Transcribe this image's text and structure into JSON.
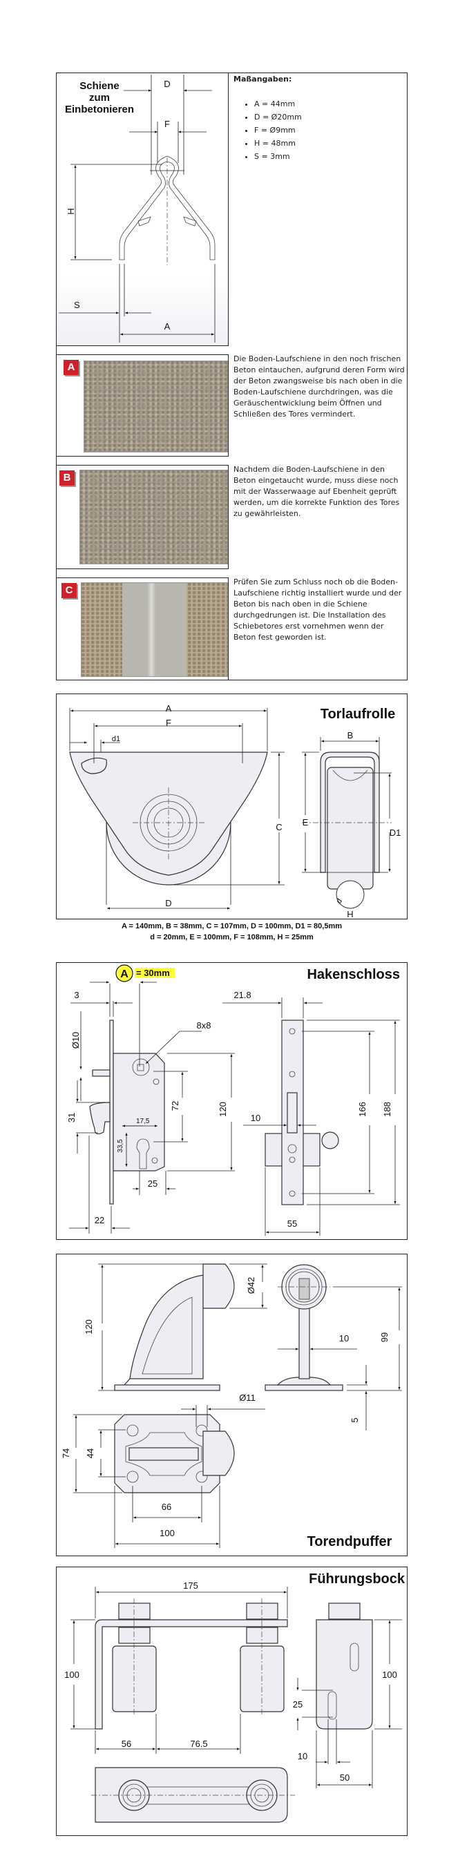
{
  "rail_section": {
    "diagram_title": [
      "Schiene",
      "zum",
      "Einbetonieren"
    ],
    "dim_labels": {
      "D": "D",
      "F": "F",
      "H": "H",
      "S": "S",
      "A": "A"
    },
    "specs_heading": "Maßangaben:",
    "specs": [
      "A = 44mm",
      "D = Ø20mm",
      "F = Ø9mm",
      "H = 48mm",
      "S = 3mm"
    ],
    "steps": [
      {
        "badge": "A",
        "text": "Die Boden-Laufschiene in den noch frischen Beton eintauchen, aufgrund deren Form wird der Beton zwangsweise bis nach oben in die Boden-Laufschiene durchdringen, was die Geräuschentwicklung beim Öffnen und Schließen des Tores vermindert."
      },
      {
        "badge": "B",
        "text": "Nachdem die Boden-Laufschiene in den Beton eingetaucht wurde, muss diese noch mit der Wasserwaage auf Ebenheit geprüft werden, um die korrekte Funktion des Tores zu gewährleisten."
      },
      {
        "badge": "C",
        "text": "Prüfen Sie zum Schluss noch ob die Boden-Laufschiene richtig installiert wurde und der Beton bis nach oben in die Schiene durchgedrungen ist. Die Installation des Schiebetores erst vornehmen wenn der Beton fest geworden ist."
      }
    ],
    "badge_color": "#d0202a"
  },
  "torlaufrolle": {
    "title": "Torlaufrolle",
    "labels": {
      "A": "A",
      "F": "F",
      "d1": "d1",
      "C": "C",
      "D": "D",
      "B": "B",
      "E": "E",
      "D1": "D1",
      "d": "d",
      "H": "H"
    },
    "caption_line1": "A = 140mm, B = 38mm, C = 107mm, D = 100mm, D1 = 80,5mm",
    "caption_line2": "d = 20mm, E = 100mm, F = 108mm, H = 25mm"
  },
  "hakenschloss": {
    "title": "Hakenschloss",
    "badge_letter": "A",
    "badge_value": "= 30mm",
    "badge_color": "#ffff33",
    "dims": {
      "d3": "3",
      "d21_8": "21.8",
      "d8x8": "8x8",
      "d10dia": "Ø10",
      "d31": "31",
      "d72": "72",
      "d120": "120",
      "d17_5": "17,5",
      "d33_5": "33,5",
      "d25": "25",
      "d22": "22",
      "d10": "10",
      "d166": "166",
      "d188": "188",
      "d55": "55"
    }
  },
  "torendpuffer": {
    "title": "Torendpuffer",
    "dims": {
      "d120": "120",
      "d42": "Ø42",
      "d10": "10",
      "d99": "99",
      "d5": "5",
      "d11": "Ø11",
      "d74": "74",
      "d44": "44",
      "d66": "66",
      "d100": "100"
    }
  },
  "fuehrungsbock": {
    "title": "Führungsbock",
    "dims": {
      "d175": "175",
      "d100l": "100",
      "d56": "56",
      "d76_5": "76.5",
      "d100r": "100",
      "d25": "25",
      "d10": "10",
      "d50": "50"
    }
  }
}
